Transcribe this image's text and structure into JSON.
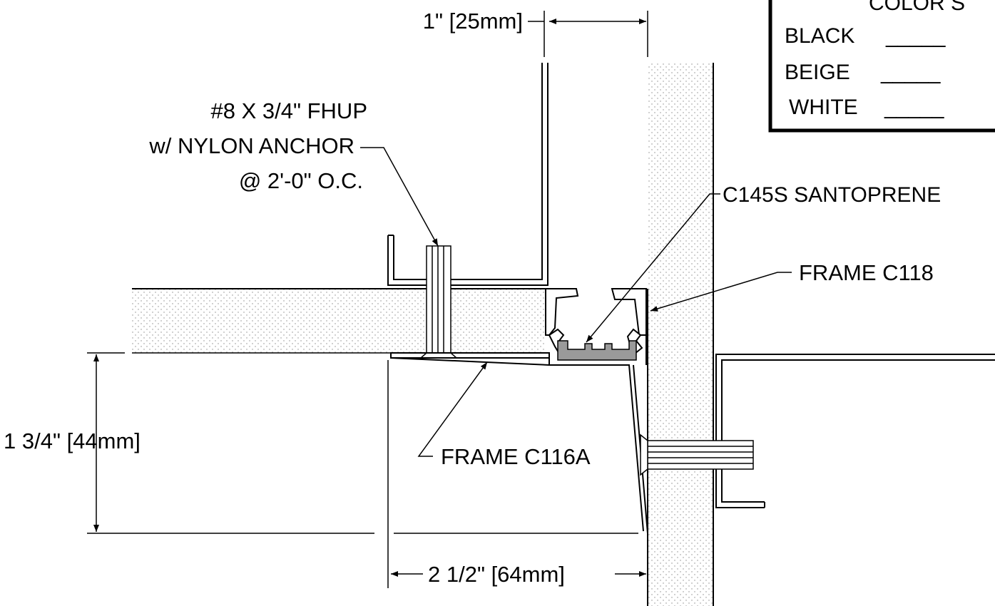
{
  "labels": {
    "dim_top": "1\" [25mm]",
    "screw_line1": "#8 X 3/4\" FHUP",
    "screw_line2": "w/ NYLON ANCHOR",
    "screw_line3": "@ 2'-0\" O.C.",
    "santoprene": "C145S SANTOPRENE",
    "frame_c118": "FRAME C118",
    "frame_c116a": "FRAME C116A",
    "dim_left": "1 3/4\" [44mm]",
    "dim_bottom": "2 1/2\" [64mm]"
  },
  "color_table": {
    "title": "COLOR S",
    "rows": [
      {
        "name": "BLACK",
        "blank": "_____"
      },
      {
        "name": "BEIGE",
        "blank": "_____"
      },
      {
        "name": "WHITE",
        "blank": "_____"
      }
    ]
  }
}
